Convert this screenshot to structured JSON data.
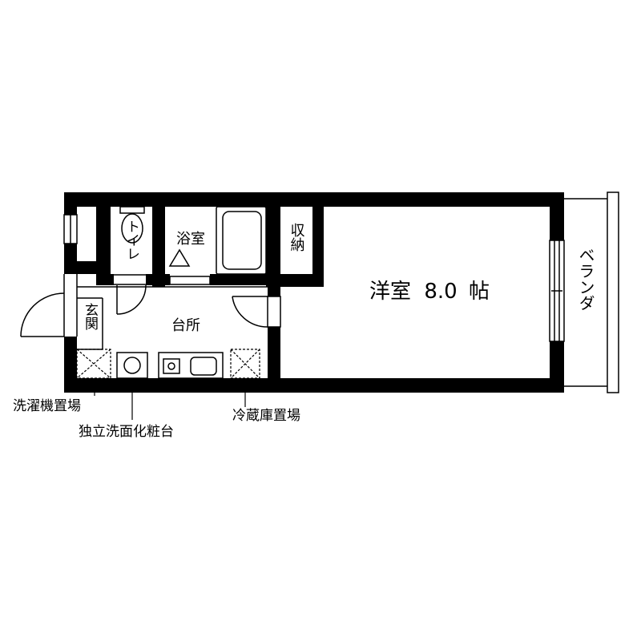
{
  "rooms": {
    "toilet": "トイレ",
    "bath": "浴室",
    "storage": "収納",
    "western_room": "洋室",
    "western_room_size": "8.0",
    "western_room_unit": "帖",
    "kitchen": "台所",
    "entrance": "玄関",
    "veranda": "ベランダ"
  },
  "callouts": {
    "washer_space": "洗濯機置場",
    "vanity": "独立洗面化粧台",
    "fridge_space": "冷蔵庫置場"
  },
  "colors": {
    "wall": "#000000",
    "background": "#ffffff"
  }
}
